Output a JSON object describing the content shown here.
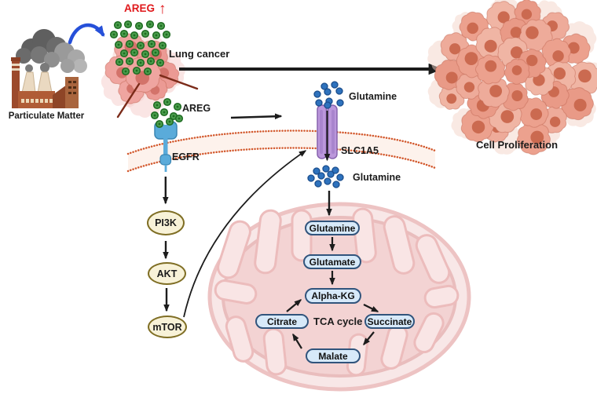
{
  "diagram": {
    "pollution_source": {
      "label": "Particulate Matter"
    },
    "lung_tumor": {
      "areg_label": "AREG",
      "up_arrow": "↑",
      "label": "Lung cancer"
    },
    "outcome": {
      "label": "Cell Proliferation"
    },
    "egfr_signaling": {
      "ligand_label": "AREG",
      "receptor_label": "EGFR",
      "cascade": [
        "PI3K",
        "AKT",
        "mTOR"
      ]
    },
    "glutamine_transport": {
      "extracellular_label": "Glutamine",
      "transporter_label": "SLC1A5",
      "cytosolic_label": "Glutamine"
    },
    "mitochondrion": {
      "metabolites": {
        "glutamine": "Glutamine",
        "glutamate": "Glutamate",
        "alpha_kg": "Alpha-KG",
        "citrate": "Citrate",
        "succinate": "Succinate",
        "malate": "Malate"
      },
      "cycle_label": "TCA cycle"
    }
  },
  "colors": {
    "areg_red": "#e0181b",
    "pm_arrow_blue": "#2650d9",
    "areg_dot_green": "#4a9d4c",
    "areg_dot_green_dark": "#1e6b21",
    "glutamine_dot_blue": "#2e72bd",
    "glutamine_dot_blue_dark": "#1a4d8c",
    "membrane_orange": "#d2572b",
    "receptor_blue": "#5aabda",
    "transporter_purple": "#bb97db",
    "kinase_node_fill": "#f8f2d8",
    "metabolite_fill": "#d7e9f9",
    "mitochondria_pink": "#f3d3d3",
    "tumor_cell_pink": "#efa5a0",
    "leader_line_maroon": "#7b2b19"
  }
}
